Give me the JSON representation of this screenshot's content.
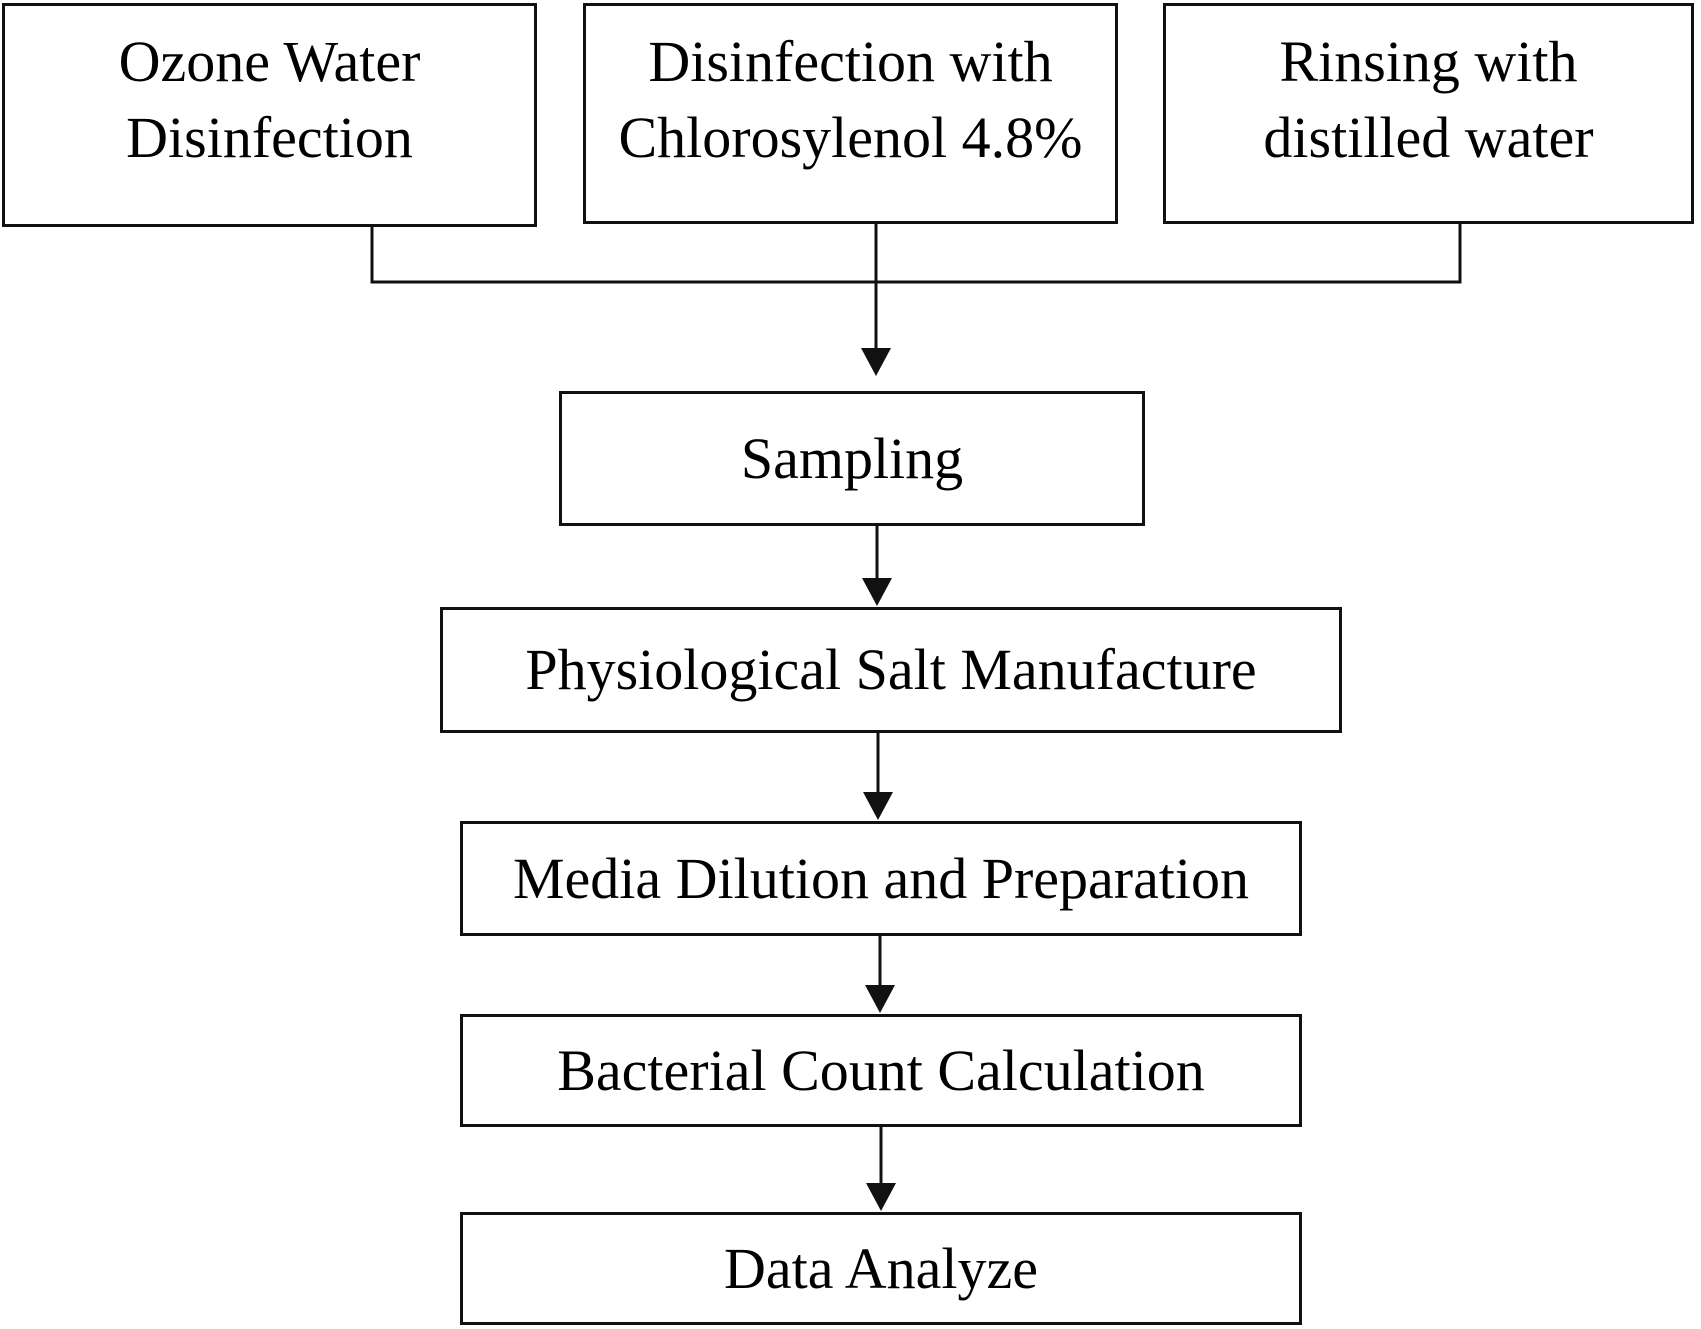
{
  "flowchart": {
    "top_row": [
      {
        "line1": "Ozone Water",
        "line2": "Disinfection"
      },
      {
        "line1": "Disinfection with",
        "line2": "Chlorosylenol 4.8%"
      },
      {
        "line1": "Rinsing with",
        "line2": "distilled water"
      }
    ],
    "steps": [
      {
        "label": "Sampling"
      },
      {
        "label": "Physiological Salt Manufacture"
      },
      {
        "label": "Media Dilution and Preparation"
      },
      {
        "label": "Bacterial Count Calculation"
      },
      {
        "label": "Data Analyze"
      }
    ],
    "colors": {
      "border": "#111111",
      "line": "#111111",
      "text": "#000000",
      "background": "#ffffff"
    }
  }
}
